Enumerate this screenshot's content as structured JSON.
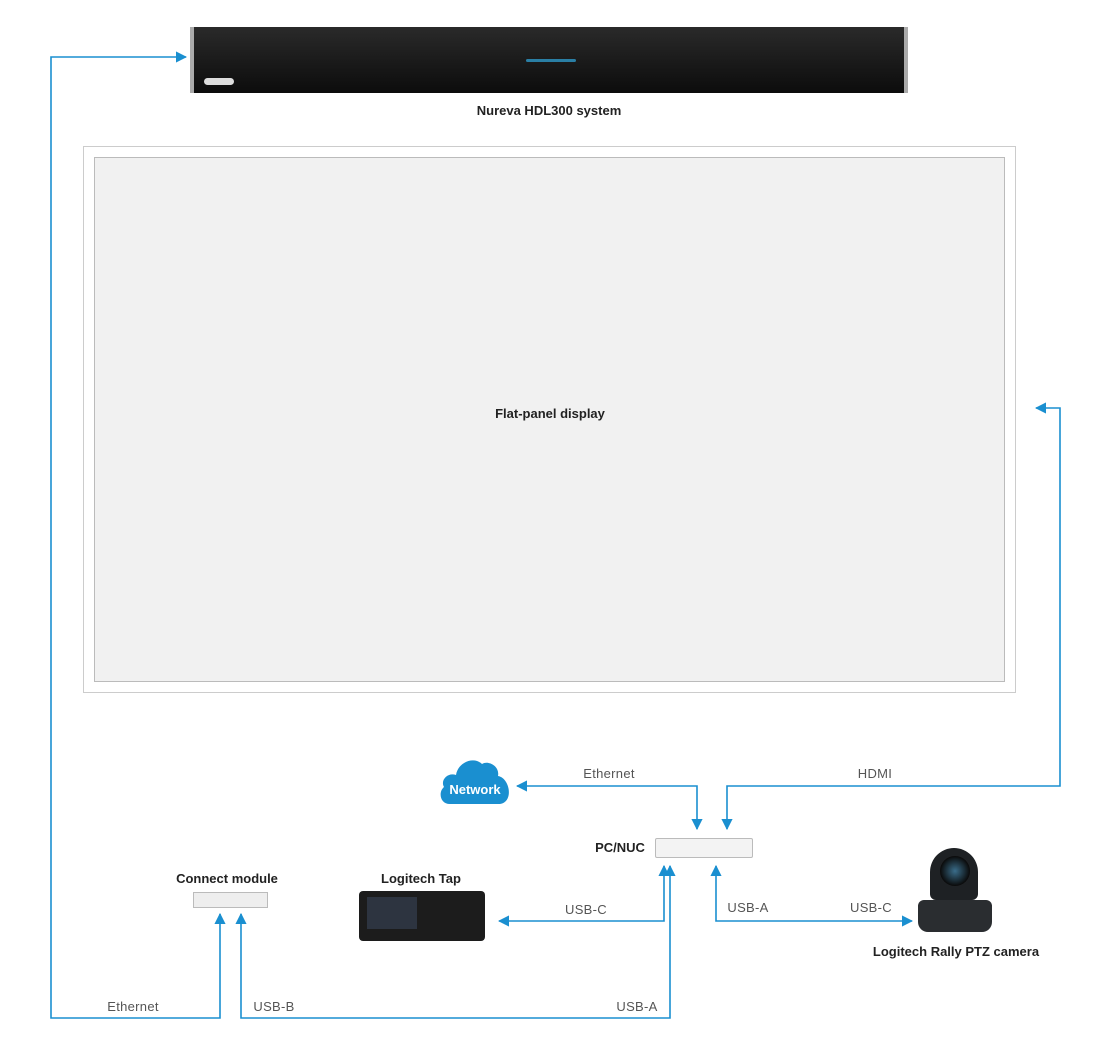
{
  "colors": {
    "wire": "#1a8fd0",
    "cloud": "#1a8fd0"
  },
  "devices": {
    "soundbar": "Nureva HDL300 system",
    "display": "Flat-panel display",
    "network": "Network",
    "pc": "PC/NUC",
    "connect_module": "Connect module",
    "tap": "Logitech Tap",
    "camera": "Logitech Rally PTZ camera"
  },
  "connections": {
    "pc_network": "Ethernet",
    "pc_display": "HDMI",
    "pc_tap": "USB-C",
    "pc_camera_pc_side": "USB-A",
    "pc_camera_cam_side": "USB-C",
    "connect_soundbar": "Ethernet",
    "connect_pc_module_side": "USB-B",
    "connect_pc_pc_side": "USB-A"
  }
}
